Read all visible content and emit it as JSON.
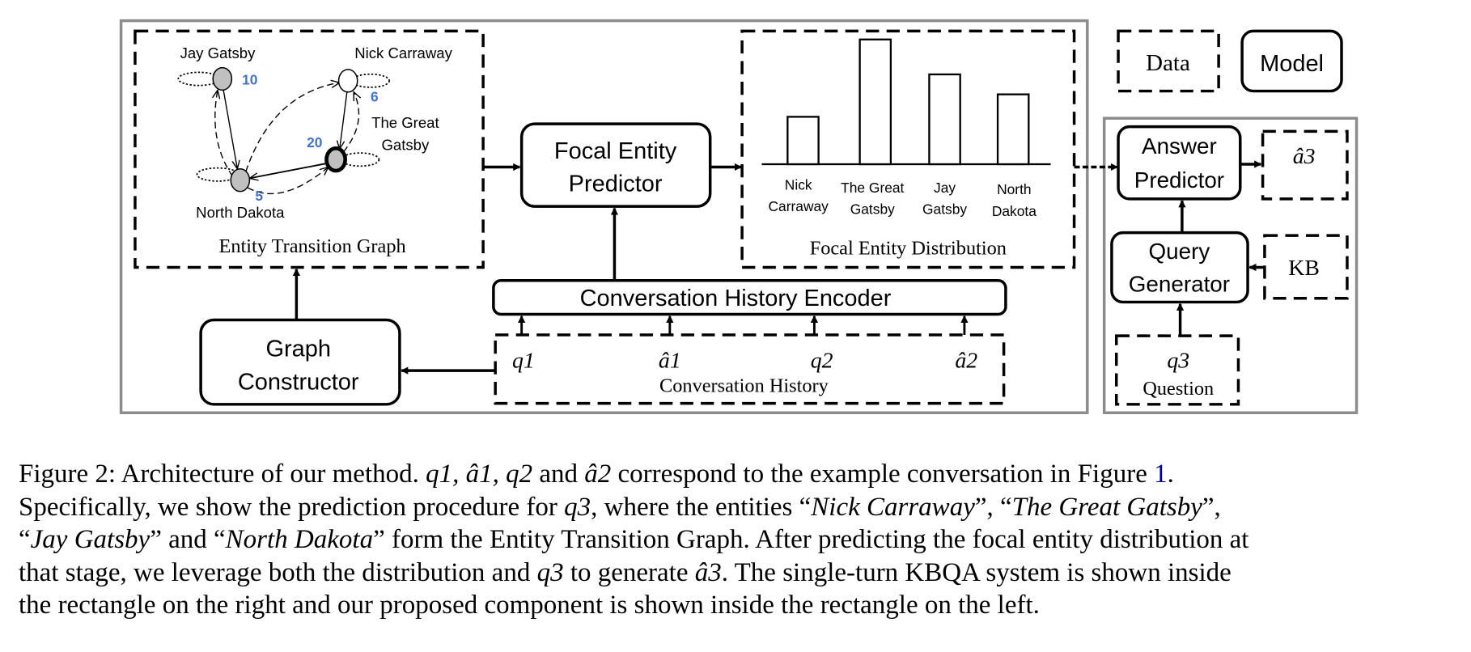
{
  "diagram": {
    "legend": {
      "data": "Data",
      "model": "Model"
    },
    "graph": {
      "title": "Entity Transition Graph",
      "nodes": [
        {
          "name": "Jay Gatsby",
          "count": "10"
        },
        {
          "name": "Nick Carraway",
          "count": "6"
        },
        {
          "name_line1": "The Great",
          "name_line2": "Gatsby",
          "count": "20"
        },
        {
          "name": "North Dakota",
          "count": "5"
        }
      ]
    },
    "focal_entity_predictor": {
      "line1": "Focal Entity",
      "line2": "Predictor"
    },
    "distribution": {
      "title": "Focal Entity Distribution",
      "bars": [
        {
          "line1": "Nick",
          "line2": "Carraway",
          "value": 0.38
        },
        {
          "line1": "The Great",
          "line2": "Gatsby",
          "value": 1.0
        },
        {
          "line1": "Jay",
          "line2": "Gatsby",
          "value": 0.72
        },
        {
          "line1": "North",
          "line2": "Dakota",
          "value": 0.56
        }
      ]
    },
    "encoder": "Conversation History Encoder",
    "history": {
      "title": "Conversation History",
      "items": [
        "q1",
        "â1",
        "q2",
        "â2"
      ]
    },
    "graph_constructor": {
      "line1": "Graph",
      "line2": "Constructor"
    },
    "answer_predictor": {
      "line1": "Answer",
      "line2": "Predictor"
    },
    "answer": "â3",
    "query_generator": {
      "line1": "Query",
      "line2": "Generator"
    },
    "kb": "KB",
    "question": {
      "symbol": "q3",
      "label": "Question"
    },
    "colors": {
      "count_blue": "#4472c4",
      "node_gray": "#c0c0c0",
      "frame_gray": "#8c8c8c"
    }
  },
  "caption": {
    "l1a": "Figure 2:  Architecture of our method.  ",
    "l1b": "q1, â1, q2",
    "l1c": " and ",
    "l1d": "â2",
    "l1e": " correspond to the example conversation in Figure ",
    "l1link": "1",
    "l1end": ".",
    "l2a": "Specifically, we show the prediction procedure for ",
    "l2b": "q3",
    "l2c": ", where the entities “",
    "l2d": "Nick Carraway",
    "l2e": "”, “",
    "l2f": "The Great Gatsby",
    "l2g": "”,",
    "l3a": "“",
    "l3b": "Jay Gatsby",
    "l3c": "” and “",
    "l3d": "North Dakota",
    "l3e": "” form the Entity Transition Graph. After predicting the focal entity distribution at",
    "l4a": "that stage, we leverage both the distribution and ",
    "l4b": "q3",
    "l4c": " to generate ",
    "l4d": "â3",
    "l4e": ". The single-turn KBQA system is shown inside",
    "l5": "the rectangle on the right and our proposed component is shown inside the rectangle on the left."
  }
}
